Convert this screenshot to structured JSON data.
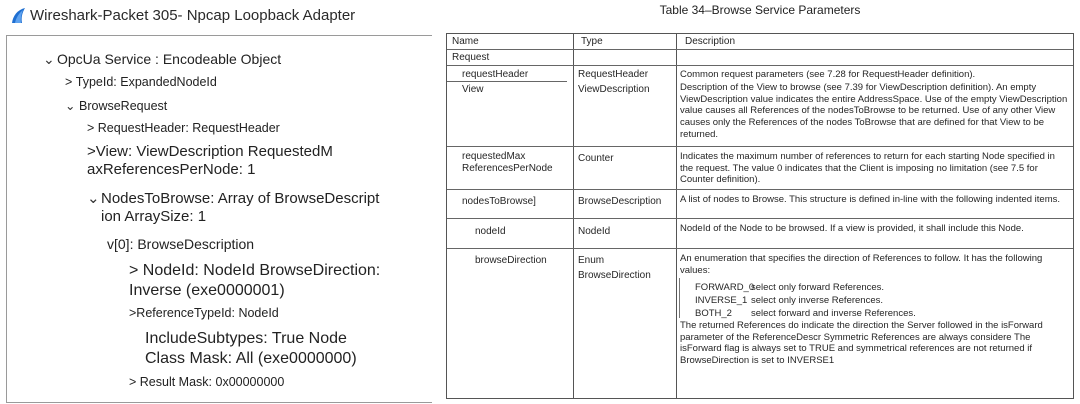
{
  "window": {
    "title": "Wireshark-Packet 305- Npcap Loopback Adapter",
    "icon": "wireshark-fin-icon",
    "accent": "#1f6fd1"
  },
  "tree": {
    "service": "OpcUa Service : Encodeable Object",
    "type_id": "TypeId:  ExpandedNodeId",
    "browse_request": "BrowseRequest",
    "request_header": "RequestHeader:  RequestHeader",
    "view_line1": ">View:  ViewDescription RequestedM",
    "view_line2": "axReferencesPerNode: 1",
    "nodes_line1": "NodesToBrowse: Array of BrowseDescript",
    "nodes_line2": "ion ArraySize: 1",
    "v0": "v[0]: BrowseDescription",
    "nodeid_line1": "NodeId:  NodeId BrowseDirection:",
    "nodeid_line2": "Inverse (exe0000001)",
    "ref_type": ">ReferenceTypeId:  NodeId",
    "include_line1": "IncludeSubtypes: True Node",
    "include_line2": "Class Mask: All (exe0000000)",
    "result_mask": "Result Mask:  0x00000000"
  },
  "table": {
    "caption": "Table 34–Browse Service Parameters",
    "headers": {
      "name": "Name",
      "type": "Type",
      "description": "Description"
    },
    "section": "Request",
    "rows": {
      "request_header": {
        "name": "requestHeader",
        "type": "RequestHeader",
        "desc": "Common request parameters (see 7.28 for RequestHeader definition)."
      },
      "view": {
        "name": "View",
        "type": "ViewDescription",
        "desc": "Description of the View to browse (see 7.39 for ViewDescription definition). An empty ViewDescription value indicates the entire AddressSpace. Use of the empty ViewDescription value causes all References of the nodesToBrowse to be returned. Use of any other View causes only the References of the nodes ToBrowse that are defined for that View to be returned."
      },
      "requested_max": {
        "name_line1": "requestedMax",
        "name_line2": "ReferencesPerNode",
        "type": "Counter",
        "desc": "Indicates the maximum number of references to return for each starting Node specified in the request. The value 0 indicates that the Client is imposing no limitation (see 7.5 for Counter definition)."
      },
      "nodes_to_browse": {
        "name": "nodesToBrowse]",
        "type": "BrowseDescription",
        "desc": "A list of nodes to Browse. This structure is defined in-line with the following indented items."
      },
      "node_id": {
        "name": "nodeId",
        "type": "NodeId",
        "desc": "NodeId of the Node to be browsed. If a view is provided, it shall include this Node."
      },
      "browse_direction": {
        "name": "browseDirection",
        "type_line1": "Enum",
        "type_line2": "BrowseDirection",
        "desc_intro": "An enumeration that specifies the direction of References to follow. It has the following values:",
        "enum_values": [
          {
            "key": "FORWARD_0",
            "text": "select only forward References."
          },
          {
            "key": "INVERSE_1",
            "text": "select only inverse References."
          },
          {
            "key": "BOTH_2",
            "text": "select forward and inverse References."
          }
        ],
        "desc_outro": "The returned References do indicate the direction the Server followed in the isForward parameter of the ReferenceDescr Symmetric References are always considere  The isForward flag is always set to TRUE and symmetrical references are not returned if BrowseDirection is set to INVERSE1"
      }
    }
  }
}
